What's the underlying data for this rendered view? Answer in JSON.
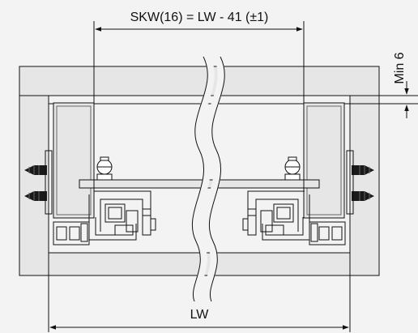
{
  "labels": {
    "skw_formula": "SKW(16) = LW - 41 (±1)",
    "lw": "LW",
    "min6": "Min 6"
  },
  "colors": {
    "background": "#f3f3f3",
    "panel_fill": "#e6e6e6",
    "stroke": "#111111",
    "screw": "#1a1a1a"
  }
}
